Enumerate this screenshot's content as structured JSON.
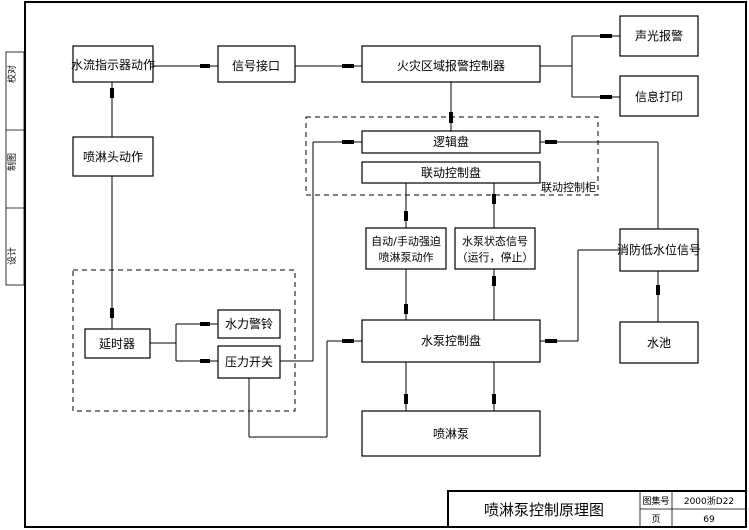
{
  "sidebar": {
    "labels": [
      "校对",
      "制图",
      "设计"
    ]
  },
  "boxes": {
    "flow_indicator": "水流指示器动作",
    "signal_interface": "信号接口",
    "fire_zone_controller": "火灾区域报警控制器",
    "sound_light_alarm": "声光报警",
    "info_print": "信息打印",
    "logic_panel": "逻辑盘",
    "linkage_panel": "联动控制盘",
    "sprinkler_head": "喷淋头动作",
    "auto_manual_line1": "自动/手动强迫",
    "auto_manual_line2": "喷淋泵动作",
    "pump_status_line1": "水泵状态信号",
    "pump_status_line2": "（运行，停止）",
    "low_water_level": "消防低水位信号",
    "delay": "延时器",
    "water_alarm_bell": "水力警铃",
    "pressure_switch": "压力开关",
    "pump_control_panel": "水泵控制盘",
    "pool": "水池",
    "sprinkler_pump": "喷淋泵"
  },
  "labels": {
    "linkage_cabinet": "联动控制柜"
  },
  "title_block": {
    "title": "喷淋泵控制原理图",
    "atlas_label": "图集号",
    "atlas_value": "2000浙D22",
    "page_label": "页",
    "page_value": "69"
  }
}
